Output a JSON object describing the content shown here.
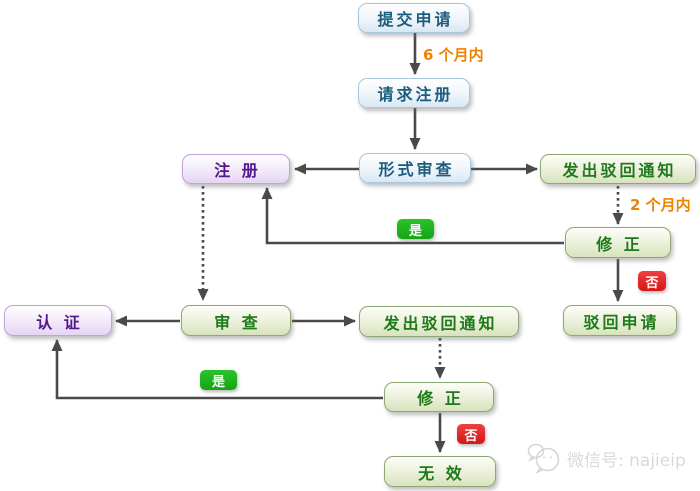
{
  "flowchart": {
    "title": "registration-certification-process-flowchart",
    "nodes": {
      "submit_application": {
        "label": "提交申请",
        "style": "blue"
      },
      "request_registration": {
        "label": "请求注册",
        "style": "blue"
      },
      "formal_examination": {
        "label": "形式审查",
        "style": "blue"
      },
      "registration": {
        "label": "注 册",
        "style": "purple"
      },
      "rejection_notice_1": {
        "label": "发出驳回通知",
        "style": "green"
      },
      "correction_1": {
        "label": "修 正",
        "style": "green"
      },
      "reject_application": {
        "label": "驳回申请",
        "style": "green"
      },
      "certification": {
        "label": "认 证",
        "style": "purple"
      },
      "examination": {
        "label": "审 查",
        "style": "green"
      },
      "rejection_notice_2": {
        "label": "发出驳回通知",
        "style": "green"
      },
      "correction_2": {
        "label": "修 正",
        "style": "green"
      },
      "invalid": {
        "label": "无 效",
        "style": "green"
      }
    },
    "edge_labels": {
      "within_6_months": "6 个月内",
      "within_2_months": "2 个月内",
      "yes_1": "是",
      "no_1": "否",
      "yes_2": "是",
      "no_2": "否"
    },
    "colors": {
      "arrow": "#4a4a4a",
      "blue_node_text": "#1c5c7e",
      "green_node_text": "#1e7a1a",
      "purple_node_text": "#52188f",
      "yes_badge": "#1db31d",
      "no_badge": "#df2323",
      "duration_label": "#ef8200",
      "watermark": "#d9d9d9"
    }
  },
  "watermark": {
    "icon": "wechat-icon",
    "text": "微信号: najieip"
  }
}
